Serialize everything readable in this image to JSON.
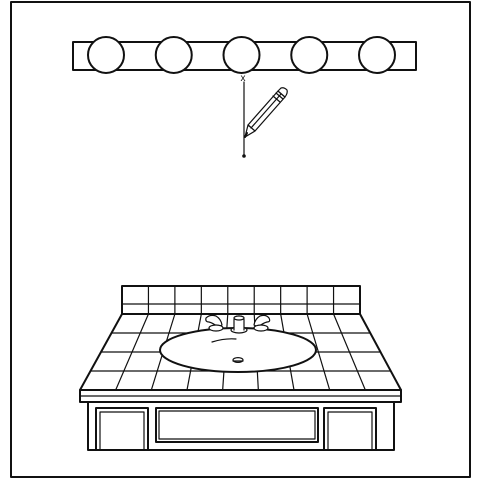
{
  "illustration": {
    "subject": "bathroom-vanity-and-light-bar",
    "colors": {
      "line": "#111111",
      "background": "#ffffff"
    },
    "light_bar": {
      "bulb_count": 5
    },
    "measurement": {
      "top_marker": "x"
    },
    "icons": [
      "pencil-icon"
    ]
  }
}
